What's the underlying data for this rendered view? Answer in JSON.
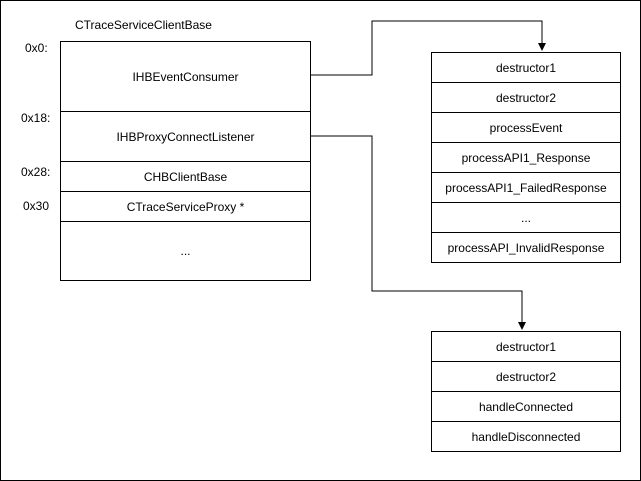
{
  "struct": {
    "title": "CTraceServiceClientBase",
    "offsets": [
      "0x0:",
      "0x18:",
      "0x28:",
      "0x30"
    ],
    "fields": [
      "IHBEventConsumer",
      "IHBProxyConnectListener",
      "CHBClientBase",
      "CTraceServiceProxy *",
      "..."
    ]
  },
  "vtable_event_consumer": {
    "entries": [
      "destructor1",
      "destructor2",
      "processEvent",
      "processAPI1_Response",
      "processAPI1_FailedResponse",
      "...",
      "processAPI_InvalidResponse"
    ]
  },
  "vtable_connect_listener": {
    "entries": [
      "destructor1",
      "destructor2",
      "handleConnected",
      "handleDisconnected"
    ]
  },
  "colors": {
    "line": "#000000",
    "background": "#ffffff"
  }
}
